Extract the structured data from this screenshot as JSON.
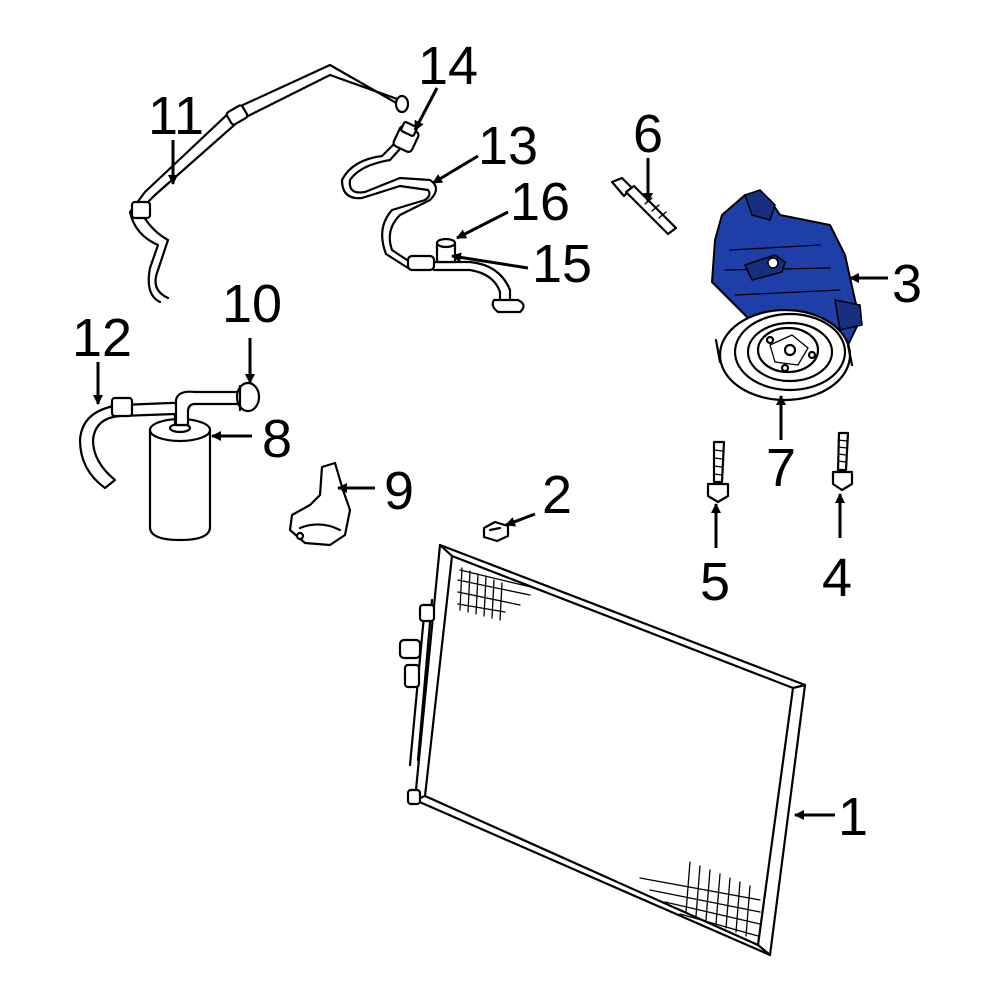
{
  "callouts": {
    "c1": "1",
    "c2": "2",
    "c3": "3",
    "c4": "4",
    "c5": "5",
    "c6": "6",
    "c7": "7",
    "c8": "8",
    "c9": "9",
    "c10": "10",
    "c11": "11",
    "c12": "12",
    "c13": "13",
    "c14": "14",
    "c15": "15",
    "c16": "16"
  },
  "colors": {
    "highlight": "#1f3fa8",
    "line": "#000000",
    "background": "#ffffff"
  }
}
